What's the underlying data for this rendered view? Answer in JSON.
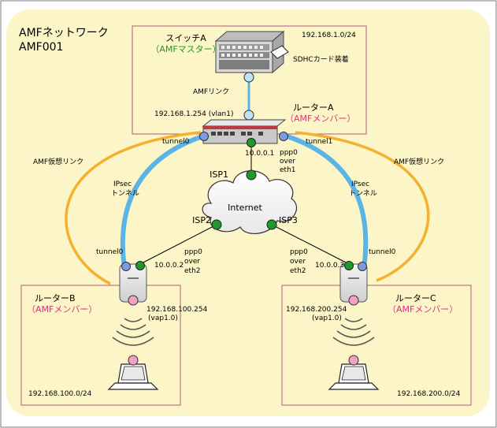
{
  "diagram": {
    "title_line1": "AMFネットワーク",
    "title_line2": "AMF001",
    "switch": {
      "name": "スイッチA",
      "role": "（AMFマスター）",
      "subnet": "192.168.1.0/24",
      "sd_label": "SDHCカード装着",
      "amf_link": "AMFリンク"
    },
    "router_a": {
      "name": "ルーターA",
      "role": "（AMFメンバー）",
      "vlan_ip": "192.168.1.254 (vlan1)",
      "tunnel_left": "tunnel0",
      "tunnel_right": "tunnel1",
      "wan_ip": "10.0.0.1",
      "ppp_line1": "ppp0",
      "ppp_line2": "over",
      "ppp_line3": "eth1"
    },
    "internet": {
      "label": "Internet",
      "isp1": "ISP1",
      "isp2": "ISP2",
      "isp3": "ISP3"
    },
    "links": {
      "amf_virtual_left": "AMF仮想リンク",
      "amf_virtual_right": "AMF仮想リンク",
      "ipsec_left_1": "IPsec",
      "ipsec_left_2": "トンネル",
      "ipsec_right_1": "IPsec",
      "ipsec_right_2": "トンネル"
    },
    "router_b": {
      "name": "ルーターB",
      "role": "（AMFメンバー）",
      "tunnel": "tunnel0",
      "wan_ip": "10.0.0.2",
      "ppp_line1": "ppp0",
      "ppp_line2": "over",
      "ppp_line3": "eth2",
      "lan_ip": "192.168.100.254",
      "vap": "(vap1.0)",
      "subnet": "192.168.100.0/24"
    },
    "router_c": {
      "name": "ルーターC",
      "role": "（AMFメンバー）",
      "tunnel": "tunnel0",
      "wan_ip": "10.0.0.3",
      "ppp_line1": "ppp0",
      "ppp_line2": "over",
      "ppp_line3": "eth2",
      "lan_ip": "192.168.200.254",
      "vap": "(vap1.0)",
      "subnet": "192.168.200.0/24"
    },
    "colors": {
      "background": "#fbf5c8",
      "amf_virtual_link": "#f5b02e",
      "ipsec_tunnel": "#5bb4e6",
      "port_green": "#1f9a2a",
      "port_blue": "#4a6dc8",
      "port_pink": "#f2a0c4",
      "box_border": "#b05a7a"
    }
  }
}
